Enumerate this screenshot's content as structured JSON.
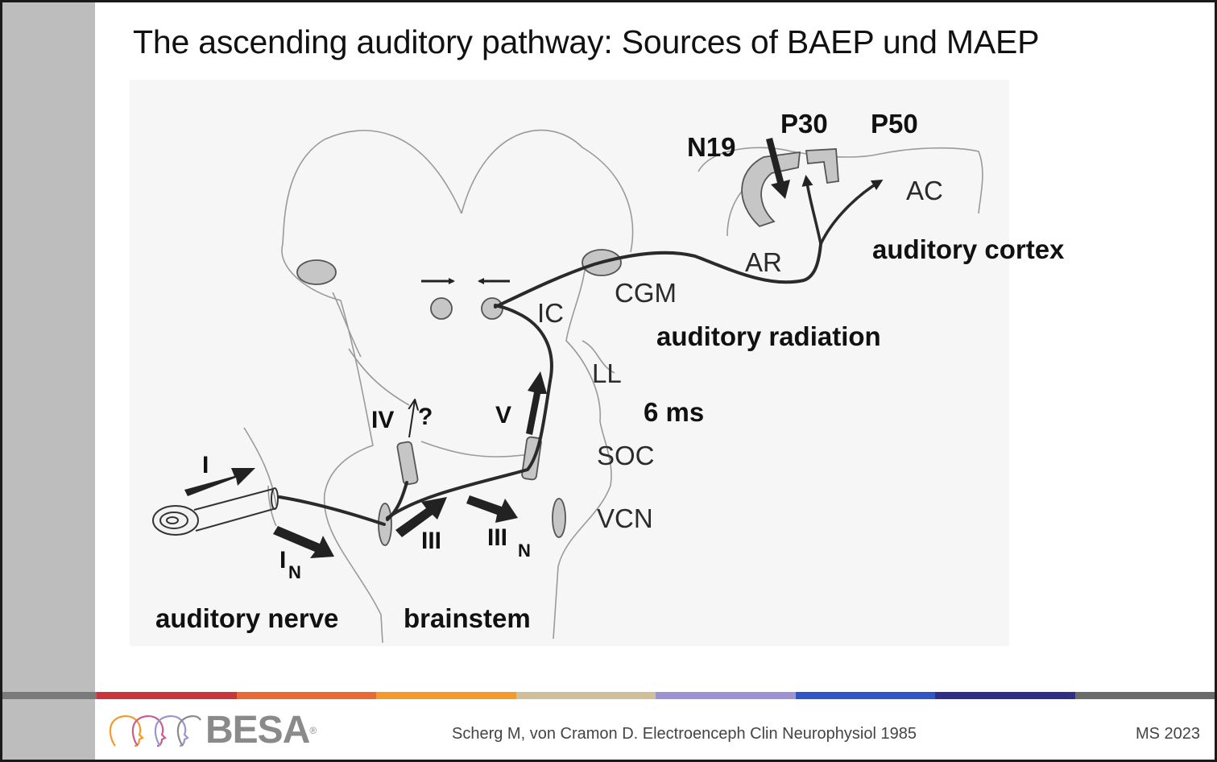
{
  "slide": {
    "title": "The ascending auditory pathway:  Sources of BAEP und MAEP",
    "citation": "Scherg M, von Cramon D.  Electroenceph Clin Neurophysiol 1985",
    "slide_id": "MS 2023"
  },
  "logo": {
    "text": "BESA",
    "registered": "®"
  },
  "colors": {
    "sidebar": "#bdbdbd",
    "stripes": [
      "#c9353a",
      "#ea6a35",
      "#f39a2a",
      "#cfc09a",
      "#9c93d2",
      "#2f55c7",
      "#2e2f86",
      "#6b6b6b"
    ]
  },
  "diagram": {
    "structure_labels": {
      "ac": "AC",
      "ar": "AR",
      "cgm": "CGM",
      "ic": "IC",
      "ll": "LL",
      "soc": "SOC",
      "vcn": "VCN"
    },
    "wave_labels": {
      "i": "I",
      "i_n": "I",
      "i_n_sub": "N",
      "iii": "III",
      "iii_n": "III",
      "iii_n_sub": "N",
      "iv": "IV",
      "iv_q": "?",
      "v": "V",
      "n19": "N19",
      "p30": "P30",
      "p50": "P50"
    },
    "region_labels": {
      "auditory_cortex": "auditory cortex",
      "auditory_radiation": "auditory radiation",
      "latency": "6 ms",
      "auditory_nerve": "auditory nerve",
      "brainstem": "brainstem"
    }
  }
}
